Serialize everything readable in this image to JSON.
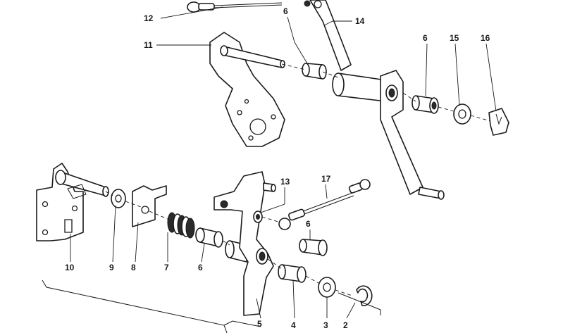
{
  "callouts": {
    "c2": "2",
    "c3": "3",
    "c4": "4",
    "c5": "5",
    "c6a": "6",
    "c6b": "6",
    "c6c": "6",
    "c6d": "6",
    "c7": "7",
    "c8": "8",
    "c9": "9",
    "c10": "10",
    "c11": "11",
    "c12": "12",
    "c13": "13",
    "c14": "14",
    "c15": "15",
    "c16": "16",
    "c17": "17"
  }
}
